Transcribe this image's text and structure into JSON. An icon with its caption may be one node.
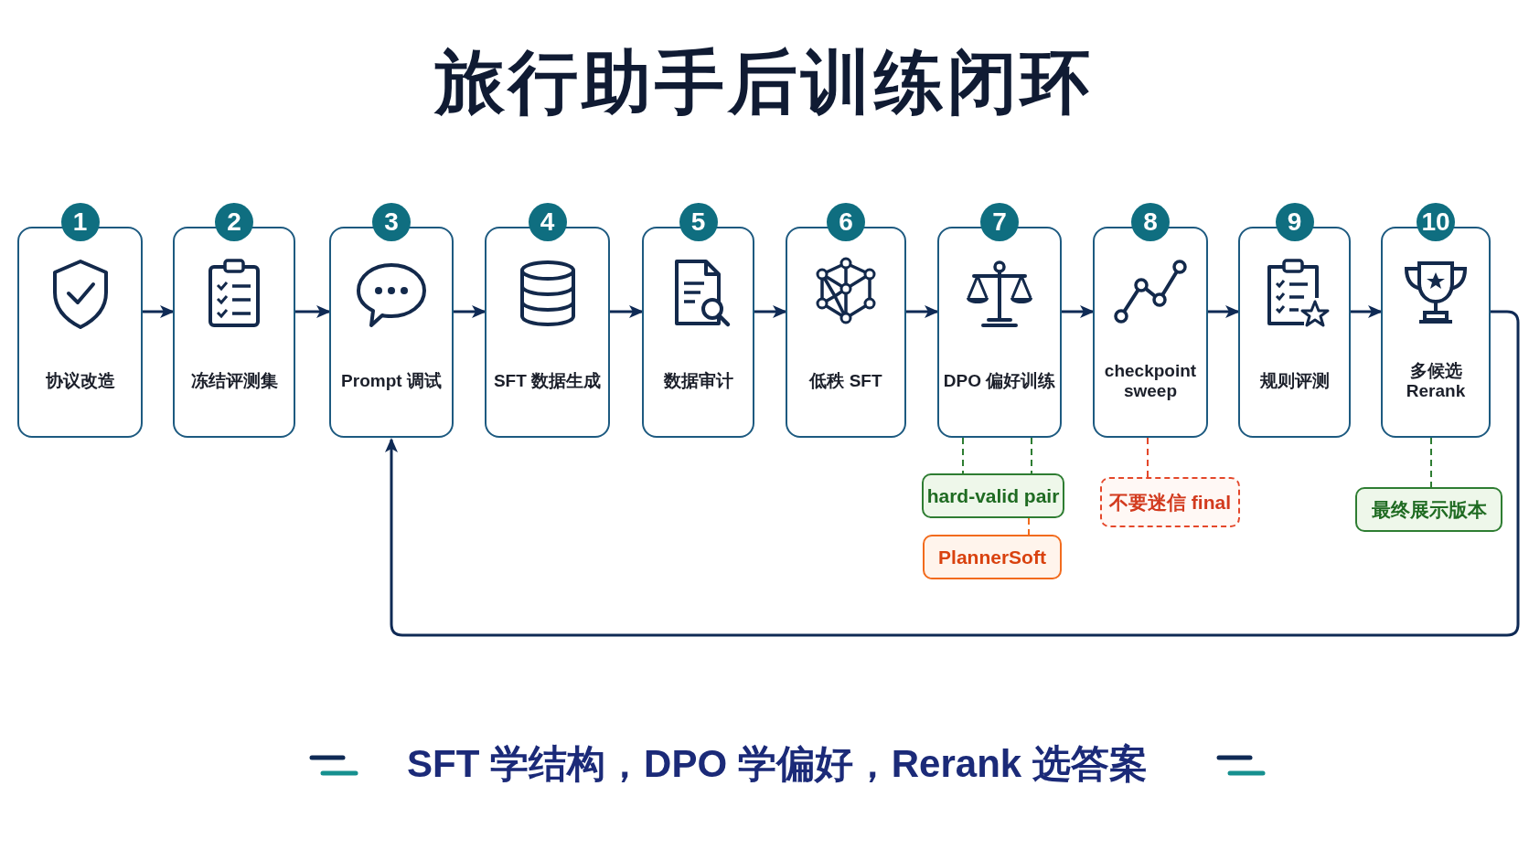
{
  "diagram": {
    "title": "旅行助手后训练闭环",
    "nodes": [
      {
        "text": [
          "1",
          "协议改造"
        ]
      },
      {
        "text": [
          "2",
          "冻结评测集"
        ]
      },
      {
        "text": [
          "3",
          "Prompt 调试"
        ]
      },
      {
        "text": [
          "4",
          "SFT 数据生成"
        ]
      },
      {
        "text": [
          "5",
          "数据审计"
        ]
      },
      {
        "text": [
          "6",
          "低秩 SFT"
        ]
      },
      {
        "text": [
          "7",
          "DPO 偏好训练"
        ]
      },
      {
        "text": [
          "8",
          "checkpoint sweep"
        ]
      },
      {
        "text": [
          "9",
          "规则评测"
        ]
      },
      {
        "text": [
          "10",
          "多候选 Rerank"
        ]
      },
      {
        "text": [
          "hard-valid pair"
        ]
      },
      {
        "text": [
          "PlannerSoft"
        ]
      },
      {
        "text": [
          "不要迷信 final"
        ]
      },
      {
        "text": [
          "最终展示版本"
        ]
      }
    ],
    "edges": [
      {
        "from": 0,
        "to": 1,
        "arrow": "to"
      },
      {
        "from": 1,
        "to": 2,
        "arrow": "to"
      },
      {
        "from": 2,
        "to": 3,
        "arrow": "to"
      },
      {
        "from": 3,
        "to": 4,
        "arrow": "to"
      },
      {
        "from": 4,
        "to": 5,
        "arrow": "to"
      },
      {
        "from": 5,
        "to": 6,
        "arrow": "to"
      },
      {
        "from": 6,
        "to": 7,
        "arrow": "to"
      },
      {
        "from": 7,
        "to": 8,
        "arrow": "to"
      },
      {
        "from": 8,
        "to": 9,
        "arrow": "to"
      },
      {
        "from": 9,
        "to": 2,
        "arrow": "to"
      },
      {
        "from": 6,
        "to": 10,
        "arrow": "none",
        "style": "dashed",
        "color": "#2e7d32"
      },
      {
        "from": 6,
        "to": 10,
        "arrow": "none",
        "style": "dashed",
        "color": "#2e7d32"
      },
      {
        "from": 10,
        "to": 11,
        "arrow": "none",
        "style": "dashed",
        "color": "#f26b1d"
      },
      {
        "from": 7,
        "to": 12,
        "arrow": "none",
        "style": "dashed",
        "color": "#e4472a"
      },
      {
        "from": 9,
        "to": 13,
        "arrow": "none",
        "style": "dashed",
        "color": "#2e7d32"
      }
    ],
    "labels": [
      "SFT 学结构，DPO 学偏好，Rerank 选答案"
    ]
  }
}
